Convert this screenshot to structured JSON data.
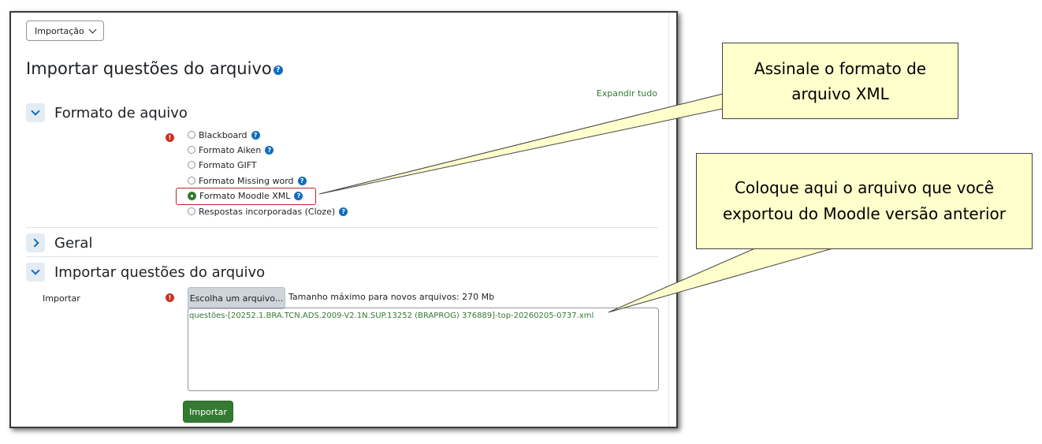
{
  "header": {
    "dropdown_label": "Importação"
  },
  "page": {
    "title": "Importar questões do arquivo",
    "help_glyph": "?",
    "expand_all": "Expandir tudo"
  },
  "format_section": {
    "title": "Formato de aquivo",
    "required_glyph": "!",
    "options": [
      {
        "label": "Blackboard",
        "selected": false
      },
      {
        "label": "Formato Aiken",
        "selected": false
      },
      {
        "label": "Formato GIFT",
        "selected": false
      },
      {
        "label": "Formato Missing word",
        "selected": false
      },
      {
        "label": "Formato Moodle XML",
        "selected": true
      },
      {
        "label": "Respostas incorporadas (Cloze)",
        "selected": false
      }
    ]
  },
  "general_section": {
    "title": "Geral"
  },
  "import_section": {
    "title": "Importar questões do arquivo",
    "field_label": "Importar",
    "choose_file_button": "Escolha um arquivo...",
    "max_size": "Tamanho máximo para novos arquivos: 270 Mb",
    "file_name": "questões-[20252.1.BRA.TCN.ADS.2009-V2.1N.SUP.13252 (BRAPROG) 376889]-top-20260205-0737.xml",
    "submit_button": "Importar"
  },
  "callouts": {
    "format": "Assinale o formato de arquivo XML",
    "file": "Coloque aqui o arquivo que você exportou do Moodle versão anterior"
  },
  "colors": {
    "accent_green": "#357a32",
    "help_blue": "#0f6cbf",
    "required_red": "#ca3120",
    "highlight_red": "#c0232c",
    "callout_fill": "#ffffcc"
  },
  "icons": {
    "dropdown": "chevron-down-icon",
    "section_expanded": "chevron-down-icon",
    "section_collapsed": "chevron-right-icon",
    "help": "question-circle-icon",
    "required": "exclamation-circle-icon"
  }
}
